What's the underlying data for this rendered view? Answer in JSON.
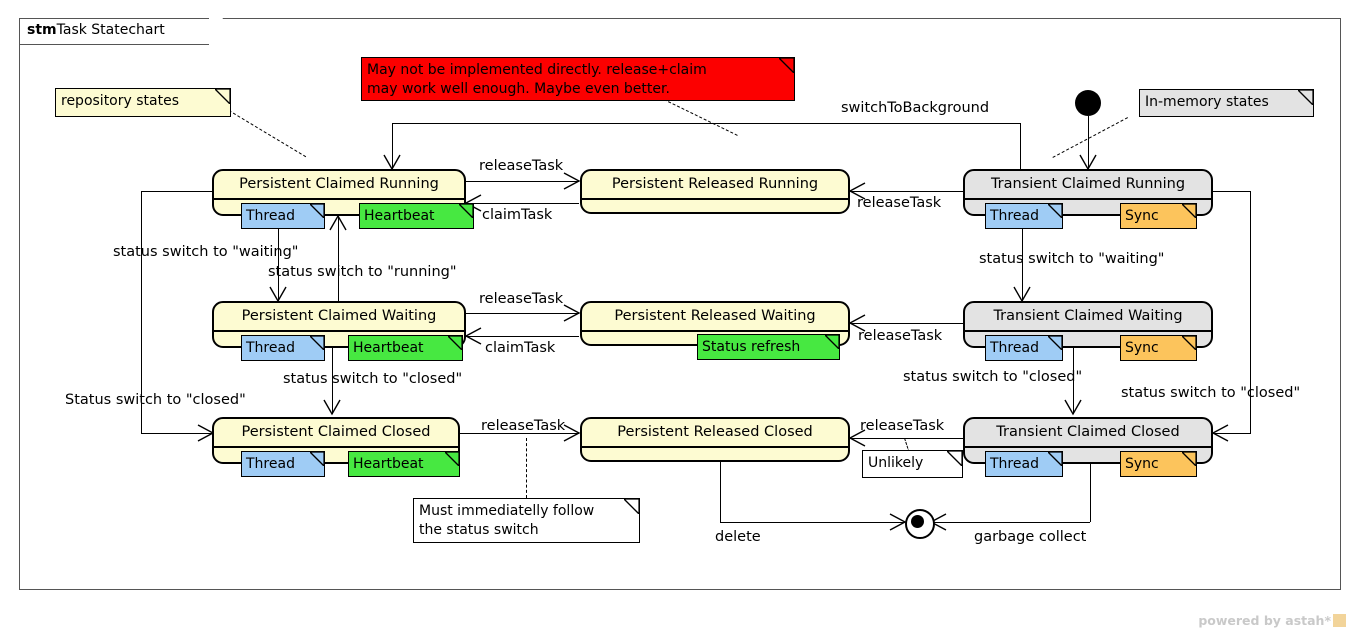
{
  "diagram": {
    "kind": "stm",
    "title": "Task Statechart",
    "watermark": "powered by astah*"
  },
  "notes": [
    {
      "id": "repository-states",
      "text": "repository states",
      "color": "#fdfbd2"
    },
    {
      "id": "warning",
      "line1": "May not be implemented directly. release+claim",
      "line2": "may work well enough. Maybe even better.",
      "color": "#fc0000"
    },
    {
      "id": "in-memory-states",
      "text": "In-memory states",
      "color": "#e3e3e3"
    },
    {
      "id": "must-follow",
      "line1": "Must immediatelly follow",
      "line2": "the status switch",
      "color": "#ffffff"
    },
    {
      "id": "unlikely",
      "text": "Unlikely",
      "color": "#ffffff"
    }
  ],
  "states": [
    {
      "id": "persistent-claimed-running",
      "title": "Persistent Claimed Running",
      "kind": "persistent",
      "tags": [
        {
          "label": "Thread",
          "color": "#9fccf5"
        },
        {
          "label": "Heartbeat",
          "color": "#47e841"
        }
      ]
    },
    {
      "id": "persistent-released-running",
      "title": "Persistent Released Running",
      "kind": "persistent",
      "tags": []
    },
    {
      "id": "transient-claimed-running",
      "title": "Transient Claimed Running",
      "kind": "transient",
      "tags": [
        {
          "label": "Thread",
          "color": "#9fccf5"
        },
        {
          "label": "Sync",
          "color": "#fcc45c"
        }
      ]
    },
    {
      "id": "persistent-claimed-waiting",
      "title": "Persistent Claimed Waiting",
      "kind": "persistent",
      "tags": [
        {
          "label": "Thread",
          "color": "#9fccf5"
        },
        {
          "label": "Heartbeat",
          "color": "#47e841"
        }
      ]
    },
    {
      "id": "persistent-released-waiting",
      "title": "Persistent Released Waiting",
      "kind": "persistent",
      "tags": [
        {
          "label": "Status refresh",
          "color": "#47e841"
        }
      ]
    },
    {
      "id": "transient-claimed-waiting",
      "title": "Transient Claimed Waiting",
      "kind": "transient",
      "tags": [
        {
          "label": "Thread",
          "color": "#9fccf5"
        },
        {
          "label": "Sync",
          "color": "#fcc45c"
        }
      ]
    },
    {
      "id": "persistent-claimed-closed",
      "title": "Persistent Claimed Closed",
      "kind": "persistent",
      "tags": [
        {
          "label": "Thread",
          "color": "#9fccf5"
        },
        {
          "label": "Heartbeat",
          "color": "#47e841"
        }
      ]
    },
    {
      "id": "persistent-released-closed",
      "title": "Persistent Released Closed",
      "kind": "persistent",
      "tags": []
    },
    {
      "id": "transient-claimed-closed",
      "title": "Transient Claimed Closed",
      "kind": "transient",
      "tags": [
        {
          "label": "Thread",
          "color": "#9fccf5"
        },
        {
          "label": "Sync",
          "color": "#fcc45c"
        }
      ]
    }
  ],
  "transitions": [
    {
      "id": "t1",
      "label": "switchToBackground"
    },
    {
      "id": "t2",
      "label": "releaseTask"
    },
    {
      "id": "t3",
      "label": "claimTask"
    },
    {
      "id": "t4",
      "label": "releaseTask"
    },
    {
      "id": "t5",
      "label": "status switch to \"waiting\""
    },
    {
      "id": "t6",
      "label": "status switch to \"running\""
    },
    {
      "id": "t7",
      "label": "status switch to \"waiting\""
    },
    {
      "id": "t8",
      "label": "releaseTask"
    },
    {
      "id": "t9",
      "label": "claimTask"
    },
    {
      "id": "t10",
      "label": "releaseTask"
    },
    {
      "id": "t11",
      "label": "status switch to \"closed\""
    },
    {
      "id": "t12",
      "label": "Status switch to \"closed\""
    },
    {
      "id": "t13",
      "label": "status switch to \"closed\""
    },
    {
      "id": "t14",
      "label": "status switch to \"closed\""
    },
    {
      "id": "t15",
      "label": "releaseTask"
    },
    {
      "id": "t16",
      "label": "releaseTask"
    },
    {
      "id": "t17",
      "label": "delete"
    },
    {
      "id": "t18",
      "label": "garbage collect"
    }
  ],
  "pseudostates": [
    {
      "id": "initial-node",
      "type": "initial"
    },
    {
      "id": "final-node",
      "type": "final"
    }
  ]
}
